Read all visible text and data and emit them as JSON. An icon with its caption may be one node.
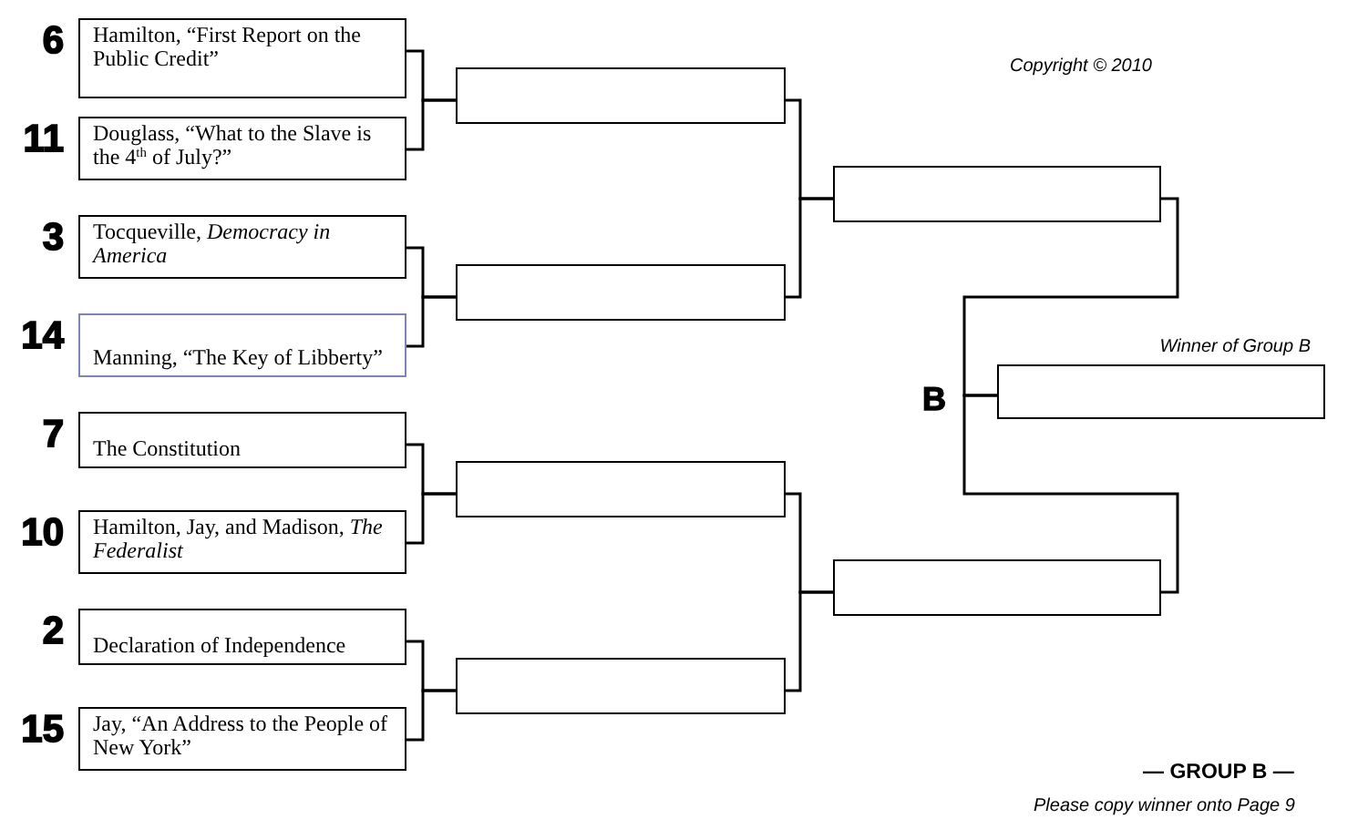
{
  "diagram": {
    "nodes": [
      {
        "text": [
          "Hamilton, “First Report on the Public Credit”"
        ],
        "beside": [
          "6"
        ]
      },
      {
        "text": [
          "Douglass, “What to the Slave is the 4$^{th}$ of July?”"
        ],
        "beside": [
          "11"
        ]
      },
      {
        "text": [
          "Tocqueville, *Democracy in America*"
        ],
        "beside": [
          "3"
        ]
      },
      {
        "text": [
          "Manning, “The Key of Libberty”"
        ],
        "beside": [
          "14"
        ]
      },
      {
        "text": [
          "The Constitution"
        ],
        "beside": [
          "7"
        ]
      },
      {
        "text": [
          "Hamilton, Jay, and Madison, *The Federalist*"
        ],
        "beside": [
          "10"
        ]
      },
      {
        "text": [
          "Declaration of Independence"
        ],
        "beside": [
          "2"
        ]
      },
      {
        "text": [
          "Jay, “An Address to the People of New York”"
        ],
        "beside": [
          "15"
        ]
      },
      {
        "text": [],
        "shape": "box"
      },
      {
        "text": [],
        "shape": "box"
      },
      {
        "text": [],
        "shape": "box"
      },
      {
        "text": [],
        "shape": "box"
      },
      {
        "text": [],
        "shape": "box"
      },
      {
        "text": [],
        "shape": "box"
      },
      {
        "text": [
          "Winner of Group B"
        ]
      }
    ],
    "edges": [
      {
        "from": 0,
        "to": 8,
        "arrow": "none"
      },
      {
        "from": 1,
        "to": 8,
        "arrow": "none"
      },
      {
        "from": 2,
        "to": 9,
        "arrow": "none"
      },
      {
        "from": 3,
        "to": 9,
        "arrow": "none"
      },
      {
        "from": 4,
        "to": 10,
        "arrow": "none"
      },
      {
        "from": 5,
        "to": 10,
        "arrow": "none"
      },
      {
        "from": 6,
        "to": 11,
        "arrow": "none"
      },
      {
        "from": 7,
        "to": 11,
        "arrow": "none"
      },
      {
        "from": 8,
        "to": 12,
        "arrow": "none"
      },
      {
        "from": 9,
        "to": 12,
        "arrow": "none"
      },
      {
        "from": 10,
        "to": 13,
        "arrow": "none"
      },
      {
        "from": 11,
        "to": 13,
        "arrow": "none"
      },
      {
        "from": 12,
        "to": 14,
        "arrow": "none"
      },
      {
        "from": 13,
        "to": 14,
        "arrow": "none"
      }
    ],
    "labels": [
      "Copyright © 2010",
      "B",
      "— GROUP B —",
      "Please copy winner onto Page 9"
    ]
  }
}
